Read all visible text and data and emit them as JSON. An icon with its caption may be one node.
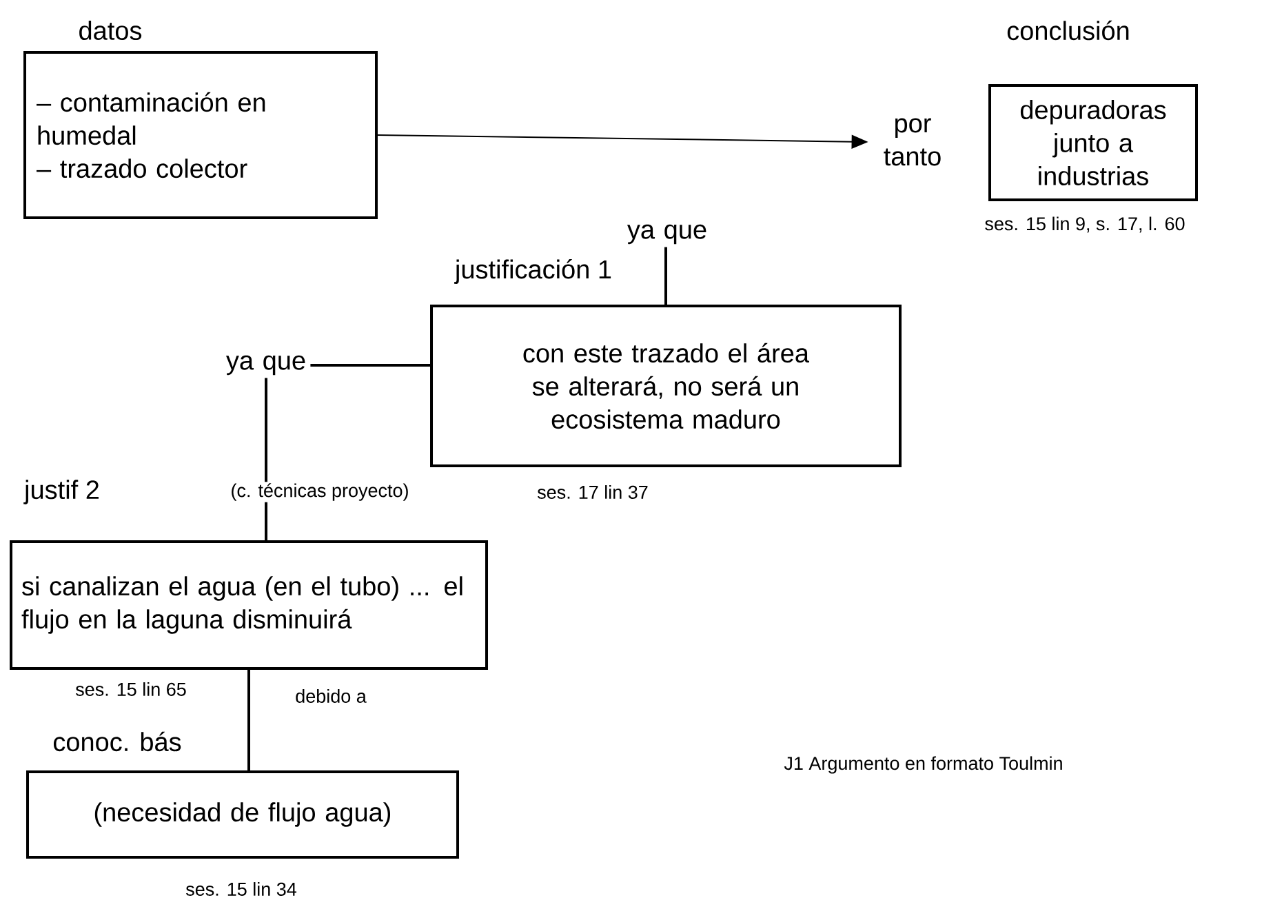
{
  "diagram": {
    "caption": "J1 Argumento en formato Toulmin",
    "nodes": [
      {
        "text": [
          "datos",
          "– contaminación en humedal",
          "– trazado colector"
        ]
      },
      {
        "text": [
          "por tanto"
        ]
      },
      {
        "text": [
          "conclusión",
          "depuradoras junto a industrias"
        ],
        "beside": [
          "ses. 15 lin 9, s. 17, l. 60"
        ]
      },
      {
        "text": [
          "ya que"
        ]
      },
      {
        "text": [
          "justificación 1",
          "con este trazado el área se alterará, no será un ecosistema maduro"
        ],
        "beside": [
          "ses. 17 lin 37"
        ]
      },
      {
        "text": [
          "ya que"
        ]
      },
      {
        "text": [
          "justif 2",
          "si canalizan el agua (en el tubo) ... el flujo en la laguna disminuirá"
        ],
        "beside": [
          "ses. 15 lin 65"
        ]
      },
      {
        "text": [
          "conoc. bás",
          "(necesidad de flujo agua)"
        ],
        "beside": [
          "ses. 15 lin 34"
        ]
      }
    ],
    "edges": [
      {
        "from": 0,
        "to": 1,
        "arrow": "to"
      },
      {
        "from": 4,
        "to": 3,
        "arrow": "none"
      },
      {
        "from": 4,
        "to": 5,
        "arrow": "none"
      },
      {
        "from": 5,
        "to": 6,
        "arrow": "none",
        "label": "(c. técnicas proyecto)"
      },
      {
        "from": 6,
        "to": 7,
        "arrow": "none",
        "label": "debido a"
      }
    ]
  }
}
